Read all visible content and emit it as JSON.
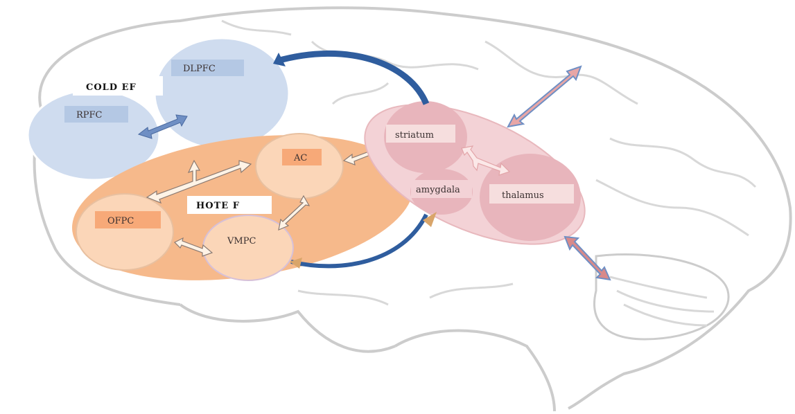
{
  "diagram": {
    "cold": {
      "title": "COLD EF",
      "regions": [
        "DLPFC",
        "RPFC"
      ]
    },
    "hot": {
      "title": "HOTE F",
      "regions": [
        "AC",
        "OFPC",
        "VMPC"
      ]
    },
    "subcortical": {
      "regions": [
        "striatum",
        "amygdala",
        "thalamus"
      ]
    }
  },
  "colors": {
    "cold_fill": "#cfdcef",
    "cold_label_box": "#b4c8e4",
    "hot_fill": "#f6b98b",
    "hot_circle": "#fbd6b8",
    "hot_label_box": "#f7a978",
    "sub_fill": "#f3d2d6",
    "sub_circle": "#e8b5bc",
    "sub_label_box": "#f6dede",
    "arrow_blue": "#6f8fc4",
    "arrow_dark_blue": "#2f5d9e",
    "arrow_pink": "#e8a6a6",
    "outline": "#c9c9c9"
  }
}
